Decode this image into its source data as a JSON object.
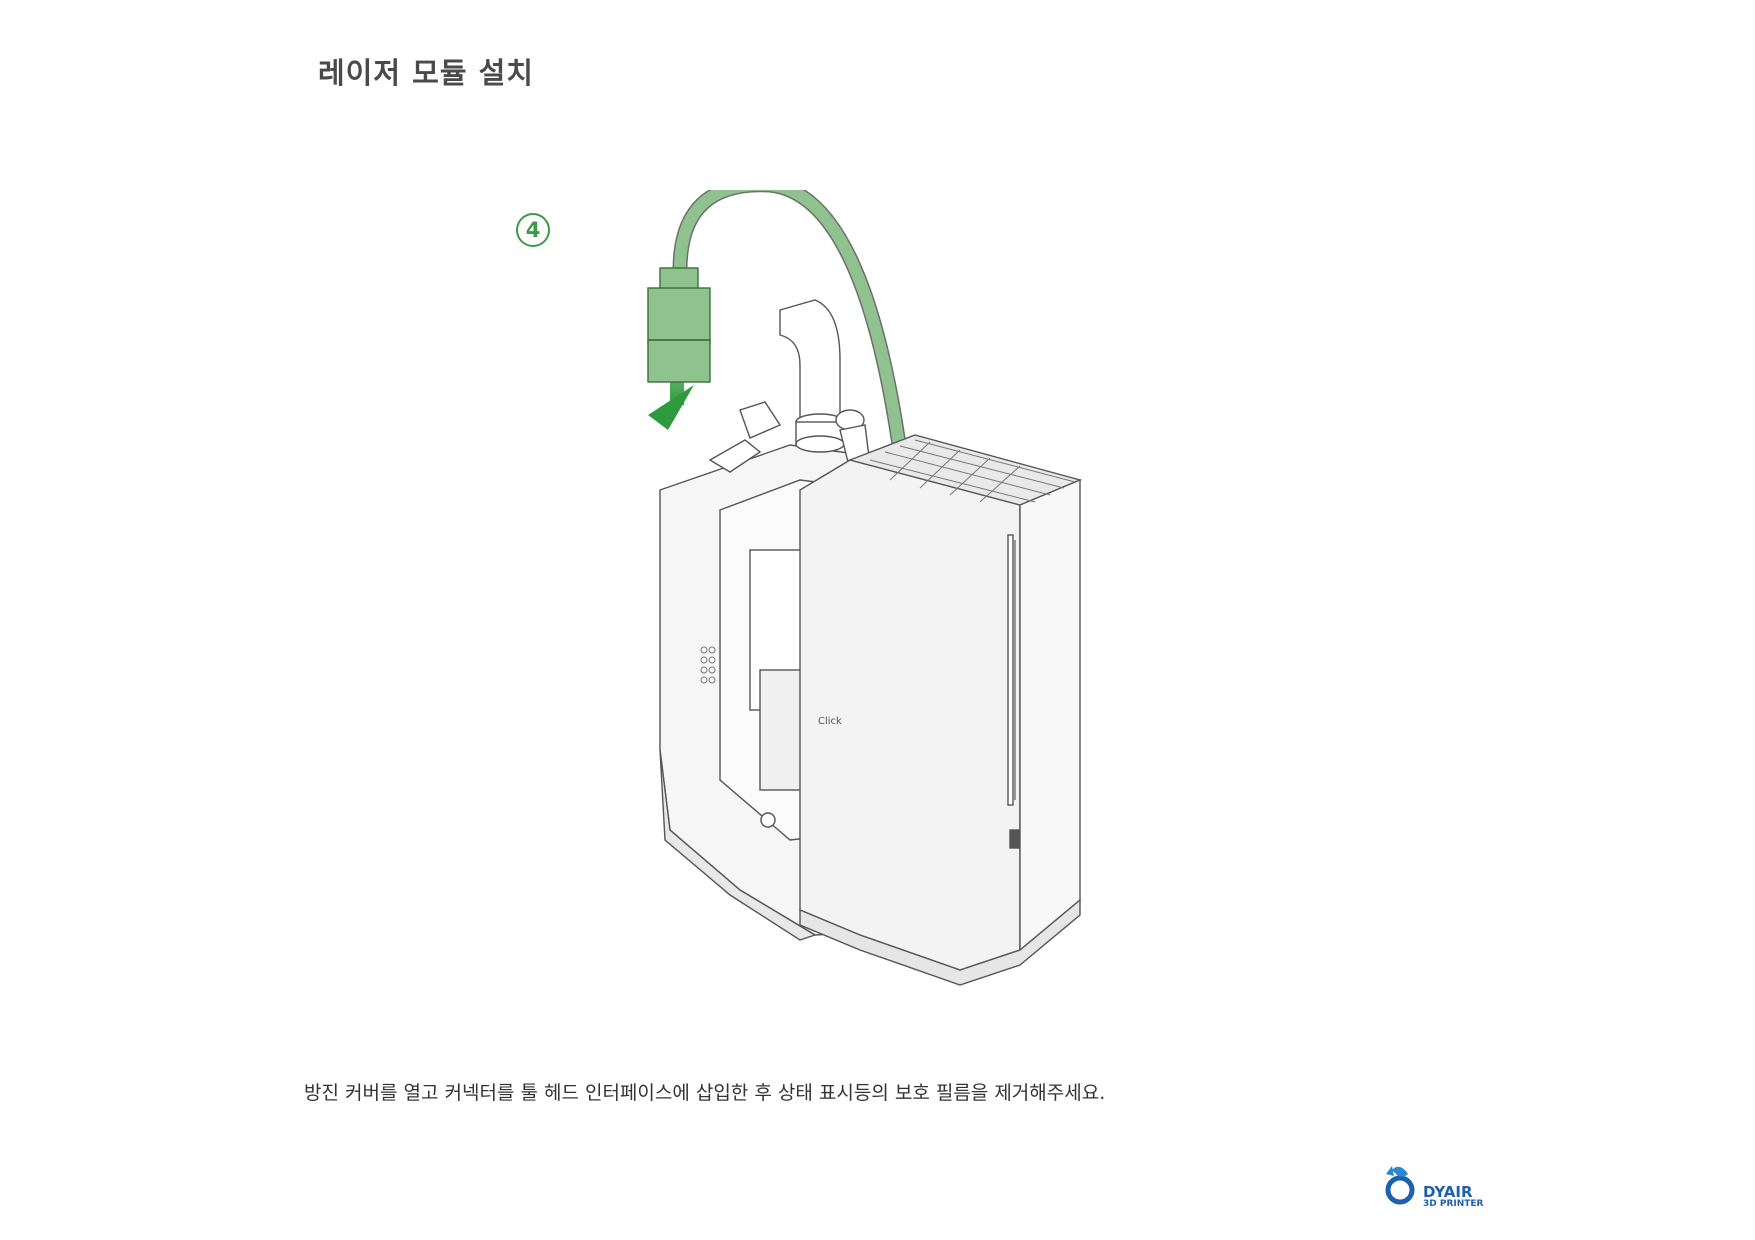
{
  "page": {
    "title": "레이저 모듈 설치",
    "step_number": "4",
    "instruction": "방진 커버를 열고 커넥터를 툴 헤드 인터페이스에 삽입한 후 상태 표시등의 보호 필름을 제거해주세요.",
    "illustration_label": "Click"
  },
  "brand": {
    "name": "DYAIR",
    "tagline": "3D PRINTER"
  },
  "colors": {
    "accent_green": "#3a9a4a",
    "cable_green": "#8fc28f",
    "brand_blue": "#1f5fae"
  },
  "icons": {
    "arrow": "down-arrow-icon",
    "logo": "dragon-logo-icon"
  }
}
